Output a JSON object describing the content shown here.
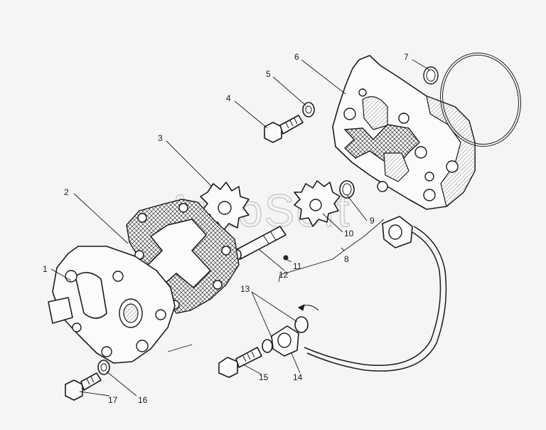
{
  "watermark": "AutoSoft",
  "callouts": {
    "c1": "1",
    "c2": "2",
    "c3": "3",
    "c4": "4",
    "c5": "5",
    "c6": "6",
    "c7": "7",
    "c8": "8",
    "c9": "9",
    "c10": "10",
    "c11": "11",
    "c12": "12",
    "c13": "13",
    "c14": "14",
    "c15": "15",
    "c16": "16",
    "c17": "17"
  }
}
